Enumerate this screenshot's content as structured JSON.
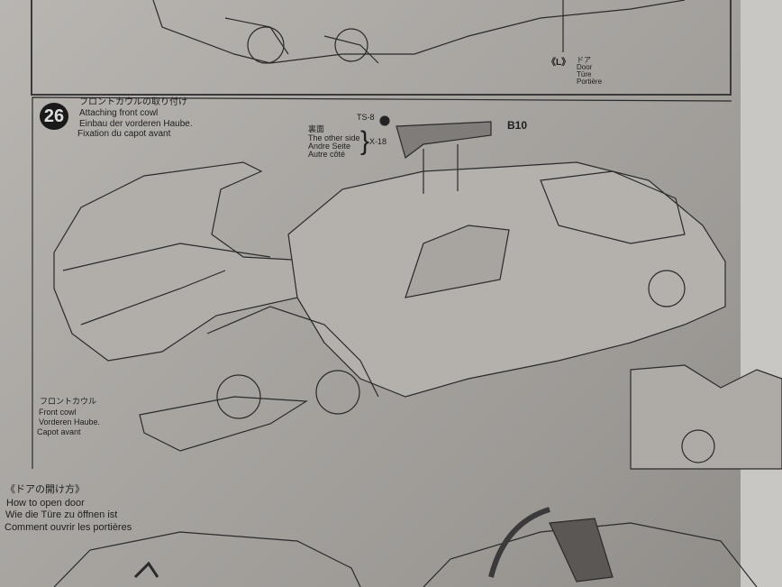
{
  "top_step": {
    "part_label": "《L》",
    "door_labels": [
      "ドア",
      "Door",
      "Türe",
      "Portière"
    ]
  },
  "step_26": {
    "number": "26",
    "title_jp": "フロントカウルの取り付け",
    "title_en": "Attaching front cowl",
    "title_de": "Einbau der vorderen Haube.",
    "title_fr": "Fixation du capot avant",
    "paint_code": "TS-8",
    "other_side_labels": [
      "裏面",
      "The other side",
      "Andre Seite",
      "Autre côté"
    ],
    "other_side_paint": "X-18",
    "part_id": "B10",
    "front_cowl_labels": [
      "フロントカウル",
      "Front cowl",
      "Vorderen Haube.",
      "Capot avant"
    ]
  },
  "door_section": {
    "title_jp": "《ドアの開け方》",
    "title_en": "How to open door",
    "title_de": "Wie die Türe zu öffnen ist",
    "title_fr": "Comment ouvrir les portières"
  }
}
